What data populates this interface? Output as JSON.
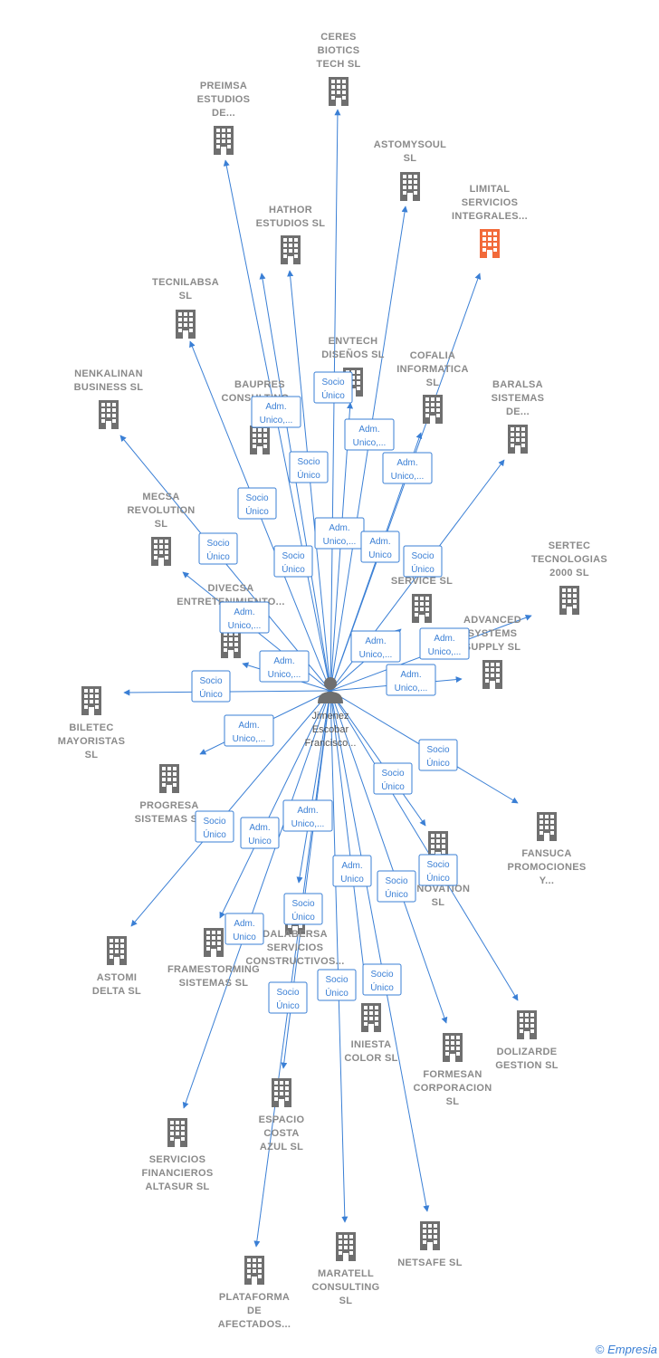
{
  "center": {
    "name_lines": [
      "Jimenez",
      "Escobar",
      "Francisco..."
    ],
    "icon": "person-icon"
  },
  "colors": {
    "edge": "#3a7fd5",
    "building": "#6f6f6f",
    "building_highlight": "#f26a3a",
    "label": "#8a8a8a"
  },
  "nodes": [
    {
      "id": "ceres",
      "lines": [
        "CERES",
        "BIOTICS",
        "TECH  SL"
      ]
    },
    {
      "id": "preimsa",
      "lines": [
        "PREIMSA",
        "ESTUDIOS",
        "DE..."
      ]
    },
    {
      "id": "astomysoul",
      "lines": [
        "ASTOMYSOUL",
        "SL"
      ]
    },
    {
      "id": "limital",
      "lines": [
        "LIMITAL",
        "SERVICIOS",
        "INTEGRALES..."
      ],
      "highlight": true
    },
    {
      "id": "hathor",
      "lines": [
        "HATHOR",
        "ESTUDIOS  SL"
      ]
    },
    {
      "id": "tecnilabsa",
      "lines": [
        "TECNILABSA",
        "SL"
      ]
    },
    {
      "id": "envtech",
      "lines": [
        "ENVTECH",
        "DISEÑOS  SL"
      ]
    },
    {
      "id": "cofalia",
      "lines": [
        "COFALIA",
        "INFORMATICA",
        "SL"
      ]
    },
    {
      "id": "nenkalinan",
      "lines": [
        "NENKALINAN",
        "BUSINESS  SL"
      ]
    },
    {
      "id": "baupres",
      "lines": [
        "BAUPRES",
        "CONSULTING..."
      ]
    },
    {
      "id": "baralsa",
      "lines": [
        "BARALSA",
        "SISTEMAS",
        "DE..."
      ]
    },
    {
      "id": "mecsa",
      "lines": [
        "MECSA",
        "REVOLUTION",
        "SL"
      ]
    },
    {
      "id": "sertec",
      "lines": [
        "SERTEC",
        "TECNOLOGIAS",
        "2000  SL"
      ]
    },
    {
      "id": "service",
      "lines": [
        "A",
        "SERVICE  SL"
      ]
    },
    {
      "id": "divecsa",
      "lines": [
        "DIVECSA",
        "ENTRETENIMIENTO..."
      ]
    },
    {
      "id": "advanced",
      "lines": [
        "ADVANCED",
        "SYSTEMS",
        "SUPPLY  SL"
      ]
    },
    {
      "id": "biletec",
      "lines": [
        "BILETEC",
        "MAYORISTAS",
        "SL"
      ]
    },
    {
      "id": "progresa",
      "lines": [
        "PROGRESA",
        "SISTEMAS  SL"
      ]
    },
    {
      "id": "fansuca",
      "lines": [
        "FANSUCA",
        "PROMOCIONES",
        "Y..."
      ]
    },
    {
      "id": "innovation",
      "lines": [
        "G",
        "INNOVATION",
        "SL"
      ]
    },
    {
      "id": "astomi",
      "lines": [
        "ASTOMI",
        "DELTA  SL"
      ]
    },
    {
      "id": "framestorming",
      "lines": [
        "FRAMESTORMING",
        "SISTEMAS  SL"
      ]
    },
    {
      "id": "dalabersa",
      "lines": [
        "DALABERSA",
        "SERVICIOS",
        "CONSTRUCTIVOS..."
      ]
    },
    {
      "id": "dolizarde",
      "lines": [
        "DOLIZARDE",
        "GESTION  SL"
      ]
    },
    {
      "id": "iniesta",
      "lines": [
        "INIESTA",
        "COLOR  SL"
      ]
    },
    {
      "id": "formesan",
      "lines": [
        "FORMESAN",
        "CORPORACION",
        "SL"
      ]
    },
    {
      "id": "espacio",
      "lines": [
        "ESPACIO",
        "COSTA",
        "AZUL  SL"
      ]
    },
    {
      "id": "servicios_fin",
      "lines": [
        "SERVICIOS",
        "FINANCIEROS",
        "ALTASUR  SL"
      ]
    },
    {
      "id": "netsafe",
      "lines": [
        "NETSAFE  SL"
      ]
    },
    {
      "id": "maratell",
      "lines": [
        "MARATELL",
        "CONSULTING",
        "SL"
      ]
    },
    {
      "id": "plataforma",
      "lines": [
        "PLATAFORMA",
        "DE",
        "AFECTADOS..."
      ]
    }
  ],
  "relations": [
    {
      "to": "envtech",
      "lines": [
        "Socio",
        "Único"
      ]
    },
    {
      "to": "baupres",
      "lines": [
        "Adm.",
        "Unico,..."
      ]
    },
    {
      "to": "cofalia",
      "lines": [
        "Adm.",
        "Unico,..."
      ]
    },
    {
      "to": "hathor",
      "lines": [
        "Socio",
        "Único"
      ]
    },
    {
      "to": "limital",
      "lines": [
        "Adm.",
        "Unico,..."
      ]
    },
    {
      "to": "tecnilabsa",
      "lines": [
        "Socio",
        "Único"
      ]
    },
    {
      "to": "ceres",
      "lines": [
        "Adm.",
        "Unico,..."
      ]
    },
    {
      "to": "astomysoul",
      "lines": [
        "Adm.",
        "Unico"
      ]
    },
    {
      "to": "nenkalinan",
      "lines": [
        "Socio",
        "Único"
      ]
    },
    {
      "to": "preimsa",
      "lines": [
        "Socio",
        "Único"
      ]
    },
    {
      "to": "baralsa",
      "lines": [
        "Socio",
        "Único"
      ]
    },
    {
      "to": "mecsa",
      "lines": [
        "Adm.",
        "Unico,..."
      ]
    },
    {
      "to": "sertec",
      "lines": [
        "Adm.",
        "Unico,..."
      ]
    },
    {
      "to": "divecsa",
      "lines": [
        "Adm.",
        "Unico,..."
      ]
    },
    {
      "to": "service",
      "lines": [
        "Adm.",
        "Unico,..."
      ]
    },
    {
      "to": "advanced",
      "lines": [
        "Adm.",
        "Unico,..."
      ]
    },
    {
      "to": "biletec",
      "lines": [
        "Socio",
        "Único"
      ]
    },
    {
      "to": "progresa",
      "lines": [
        "Adm.",
        "Unico,..."
      ]
    },
    {
      "to": "fansuca",
      "lines": [
        "Socio",
        "Único"
      ]
    },
    {
      "to": "innovation",
      "lines": [
        "Socio",
        "Único"
      ]
    },
    {
      "to": "astomi",
      "lines": [
        "Socio",
        "Único"
      ]
    },
    {
      "to": "framestorming",
      "lines": [
        "Adm.",
        "Unico"
      ]
    },
    {
      "to": "dalabersa",
      "lines": [
        "Adm.",
        "Unico,..."
      ]
    },
    {
      "to": "dolizarde",
      "lines": [
        "Socio",
        "Único"
      ]
    },
    {
      "to": "iniesta",
      "lines": [
        "Adm.",
        "Unico"
      ]
    },
    {
      "to": "formesan",
      "lines": [
        "Socio",
        "Único"
      ]
    },
    {
      "to": "espacio",
      "lines": [
        "Socio",
        "Único"
      ]
    },
    {
      "to": "servicios_fin",
      "lines": [
        "Adm.",
        "Unico"
      ]
    },
    {
      "to": "plataforma",
      "lines": [
        "Socio",
        "Único"
      ]
    },
    {
      "to": "maratell",
      "lines": [
        "Socio",
        "Único"
      ]
    },
    {
      "to": "netsafe",
      "lines": [
        "Socio",
        "Único"
      ]
    }
  ],
  "footer": {
    "copyright": "©",
    "brand": "Empresia"
  }
}
